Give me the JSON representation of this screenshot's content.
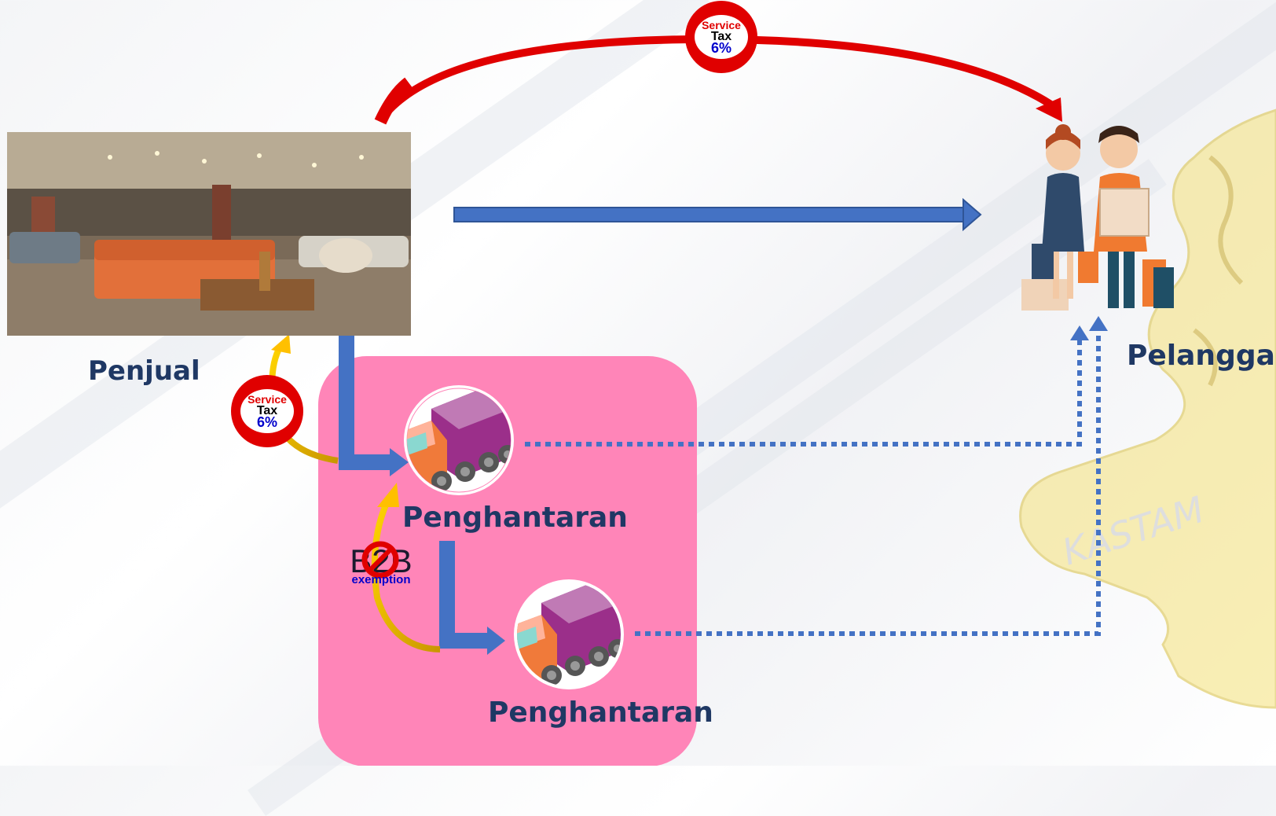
{
  "labels": {
    "seller": "Penjual",
    "customer": "Pelanggan",
    "delivery_1": "Penghantaran",
    "delivery_2": "Penghantaran"
  },
  "tax_badge": {
    "line1": "Service",
    "line2": "Tax",
    "line3": "6%"
  },
  "b2b_badge": {
    "text": "B2B",
    "sub": "exemption"
  },
  "watermark": {
    "text": "KASTAM"
  },
  "colors": {
    "title_text": "#1f3864",
    "pink_box": "#ff85b8",
    "blue_arrow": "#4472c4",
    "red_arrow": "#e00000",
    "gold_arrow": "#d4a600",
    "yellow_arrow": "#ffc000",
    "badge_ring": "#e00000",
    "badge_blue": "#0000cc"
  },
  "icons": {
    "store": "furniture-showroom-photo",
    "shoppers": "shoppers-icon",
    "truck": "delivery-truck-icon"
  }
}
